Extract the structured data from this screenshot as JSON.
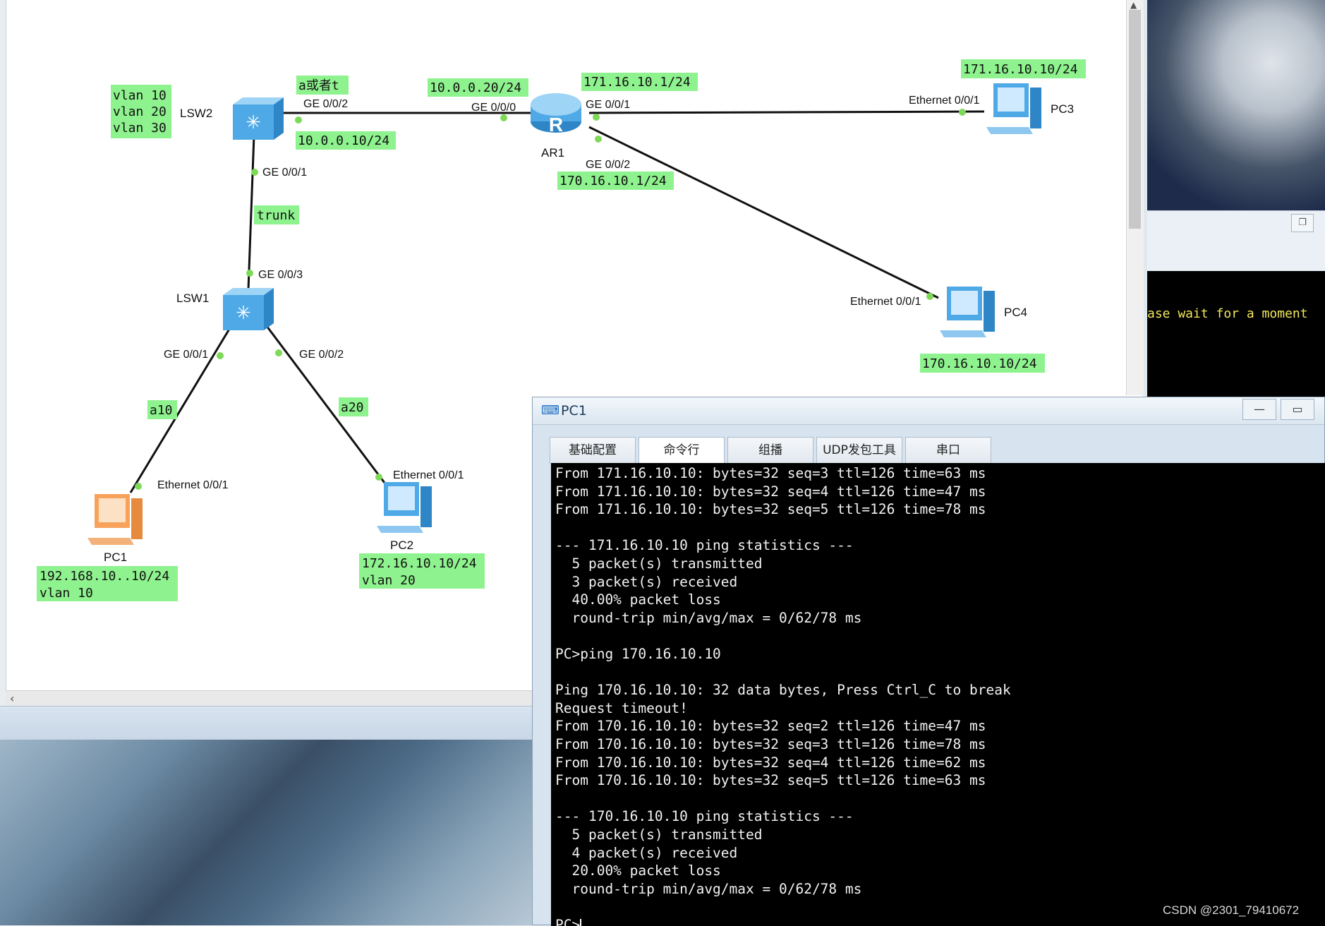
{
  "topology": {
    "devices": {
      "lsw2": "LSW2",
      "lsw1": "LSW1",
      "ar1": "AR1",
      "pc1": "PC1",
      "pc2": "PC2",
      "pc3": "PC3",
      "pc4": "PC4"
    },
    "ports": {
      "lsw2_g002": "GE 0/0/2",
      "lsw2_g001": "GE 0/0/1",
      "lsw1_g003": "GE 0/0/3",
      "lsw1_g001": "GE 0/0/1",
      "lsw1_g002": "GE 0/0/2",
      "ar1_g000": "GE 0/0/0",
      "ar1_g001": "GE 0/0/1",
      "ar1_g002": "GE 0/0/2",
      "pc1_eth": "Ethernet 0/0/1",
      "pc2_eth": "Ethernet 0/0/1",
      "pc3_eth": "Ethernet 0/0/1",
      "pc4_eth": "Ethernet 0/0/1"
    },
    "notes": {
      "lsw2_vlans": [
        "vlan 10",
        "vlan 20",
        "vlan 30"
      ],
      "lsw2_mode": "a或者t",
      "lsw2_ip": "10.0.0.10/24",
      "ar1_g000_ip": "10.0.0.20/24",
      "ar1_g001_ip": "171.16.10.1/24",
      "ar1_g002_ip": "170.16.10.1/24",
      "pc3_ip": "171.16.10.10/24",
      "pc4_ip": "170.16.10.10/24",
      "trunk": "trunk",
      "a10": "a10",
      "a20": "a20",
      "pc1_ip": "192.168.10..10/24",
      "pc1_vlan": "vlan 10",
      "pc2_ip": "172.16.10.10/24",
      "pc2_vlan": "vlan 20"
    },
    "colors": {
      "note_bg": "#8ef28e",
      "port_dot": "#7ed957",
      "link": "#111111"
    }
  },
  "right_console": {
    "text": "ase wait for a moment"
  },
  "pc1_window": {
    "title": "PC1",
    "icon": "pc-window-icon",
    "tabs": [
      "基础配置",
      "命令行",
      "组播",
      "UDP发包工具",
      "串口"
    ],
    "active_tab": "命令行",
    "buttons": {
      "minimize": "—",
      "maximize": "▭"
    },
    "terminal_lines": [
      "From 171.16.10.10: bytes=32 seq=3 ttl=126 time=63 ms",
      "From 171.16.10.10: bytes=32 seq=4 ttl=126 time=47 ms",
      "From 171.16.10.10: bytes=32 seq=5 ttl=126 time=78 ms",
      "",
      "--- 171.16.10.10 ping statistics ---",
      "  5 packet(s) transmitted",
      "  3 packet(s) received",
      "  40.00% packet loss",
      "  round-trip min/avg/max = 0/62/78 ms",
      "",
      "PC>ping 170.16.10.10",
      "",
      "Ping 170.16.10.10: 32 data bytes, Press Ctrl_C to break",
      "Request timeout!",
      "From 170.16.10.10: bytes=32 seq=2 ttl=126 time=47 ms",
      "From 170.16.10.10: bytes=32 seq=3 ttl=126 time=78 ms",
      "From 170.16.10.10: bytes=32 seq=4 ttl=126 time=62 ms",
      "From 170.16.10.10: bytes=32 seq=5 ttl=126 time=63 ms",
      "",
      "--- 170.16.10.10 ping statistics ---",
      "  5 packet(s) transmitted",
      "  4 packet(s) received",
      "  20.00% packet loss",
      "  round-trip min/avg/max = 0/62/78 ms",
      "",
      "PC>"
    ]
  },
  "watermark": "CSDN @2301_79410672"
}
